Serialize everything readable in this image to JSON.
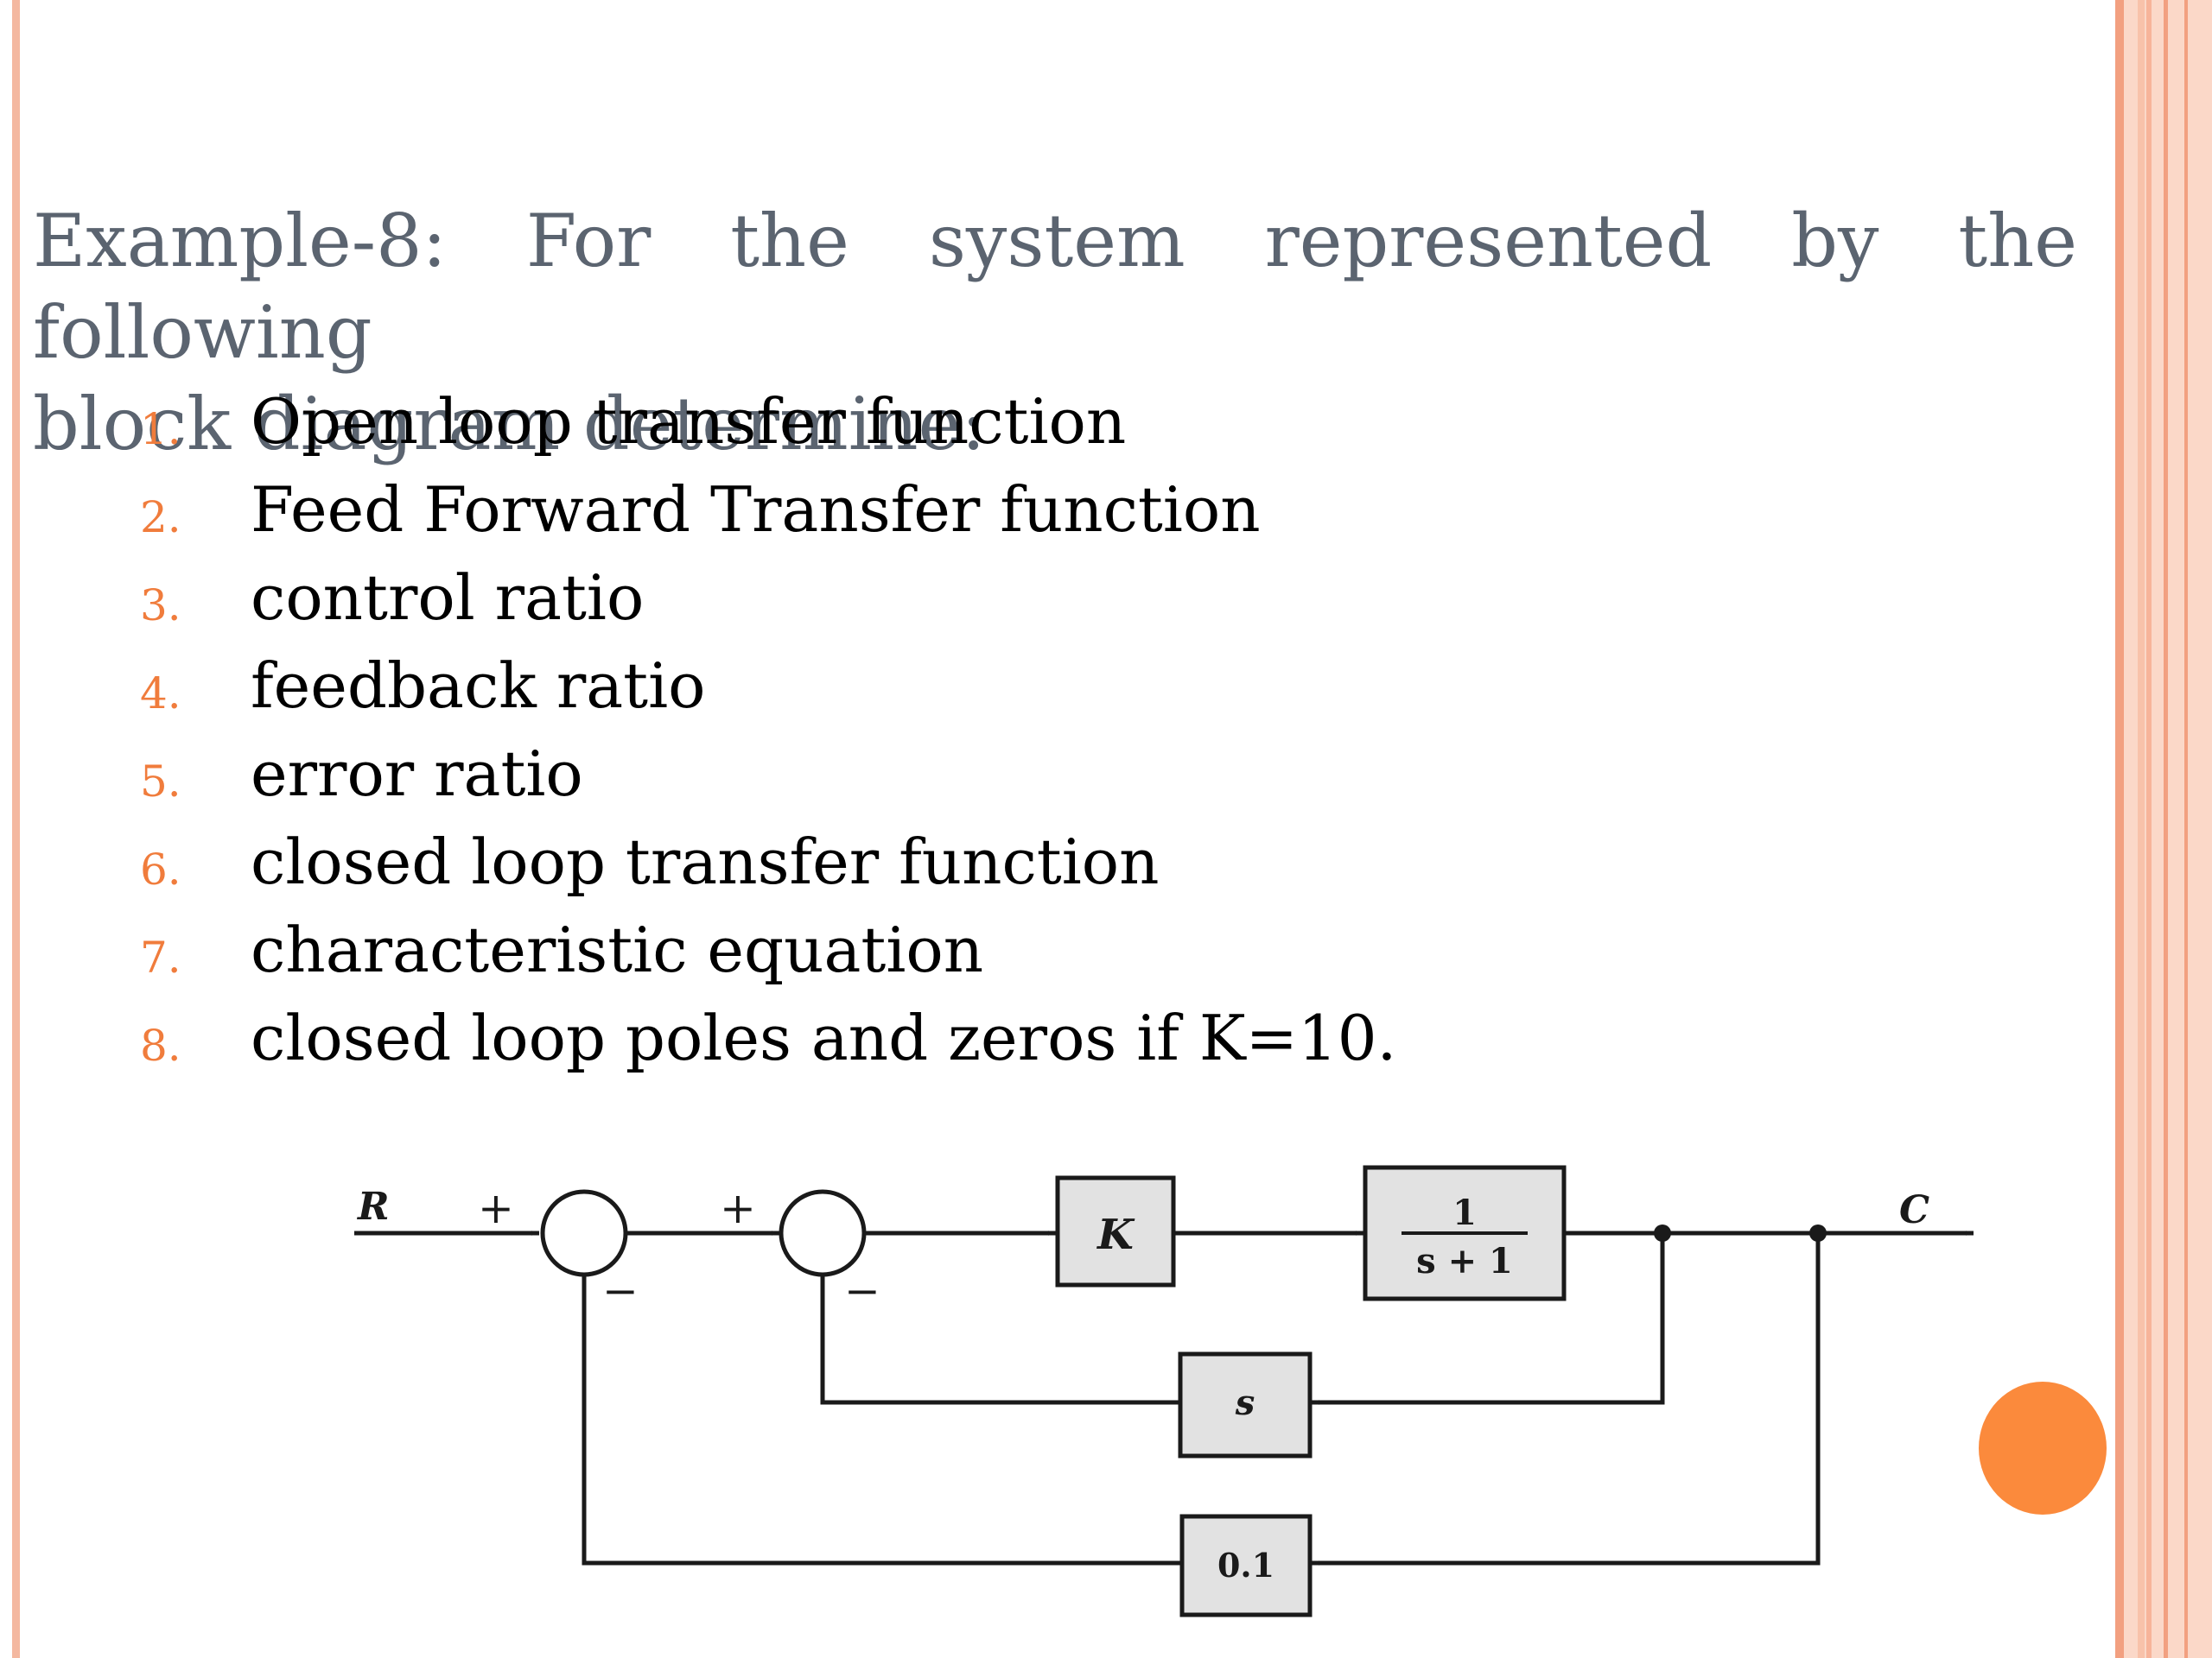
{
  "title": {
    "line1": "Example-8: For the system represented by the following",
    "line2": "block diagram determine:"
  },
  "items": [
    {
      "num": "1.",
      "text": "Open loop transfer function"
    },
    {
      "num": "2.",
      "text": "Feed Forward Transfer function"
    },
    {
      "num": "3.",
      "text": "control ratio"
    },
    {
      "num": "4.",
      "text": "feedback ratio"
    },
    {
      "num": "5.",
      "text": "error ratio"
    },
    {
      "num": "6.",
      "text": "closed loop transfer function"
    },
    {
      "num": "7.",
      "text": "characteristic equation"
    },
    {
      "num": "8.",
      "text": "closed loop poles and zeros if K=10."
    }
  ],
  "diagram": {
    "input": "R",
    "output": "C",
    "sum1_plus": "+",
    "sum1_minus": "−",
    "sum2_plus": "+",
    "sum2_minus": "−",
    "gain_block": "K",
    "plant_num": "1",
    "plant_den": "s + 1",
    "inner_feedback": "s",
    "outer_feedback": "0.1"
  },
  "colors": {
    "title": "#5b6470",
    "number": "#f07c3c",
    "accent_dot": "#fb8a3c",
    "border": "#f4b8a0",
    "block_fill": "#e2e2e2"
  }
}
